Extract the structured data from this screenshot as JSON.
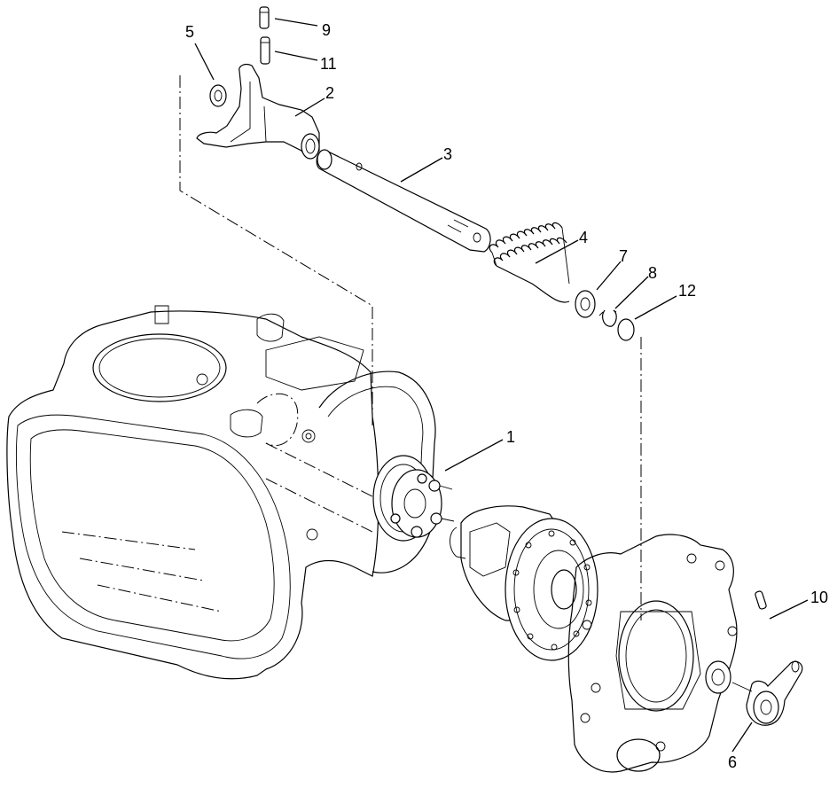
{
  "diagram": {
    "callouts": [
      {
        "id": "1",
        "label": "1"
      },
      {
        "id": "2",
        "label": "2"
      },
      {
        "id": "3",
        "label": "3"
      },
      {
        "id": "4",
        "label": "4"
      },
      {
        "id": "5",
        "label": "5"
      },
      {
        "id": "6",
        "label": "6"
      },
      {
        "id": "7",
        "label": "7"
      },
      {
        "id": "8",
        "label": "8"
      },
      {
        "id": "9",
        "label": "9"
      },
      {
        "id": "10",
        "label": "10"
      },
      {
        "id": "11",
        "label": "11"
      },
      {
        "id": "12",
        "label": "12"
      }
    ],
    "parts": [
      "transmission-housing",
      "flange-hub",
      "differential-carrier",
      "side-cover",
      "shift-fork",
      "shift-rod",
      "spring",
      "washer",
      "snap-ring",
      "o-ring",
      "roll-pin",
      "shift-lever"
    ]
  }
}
